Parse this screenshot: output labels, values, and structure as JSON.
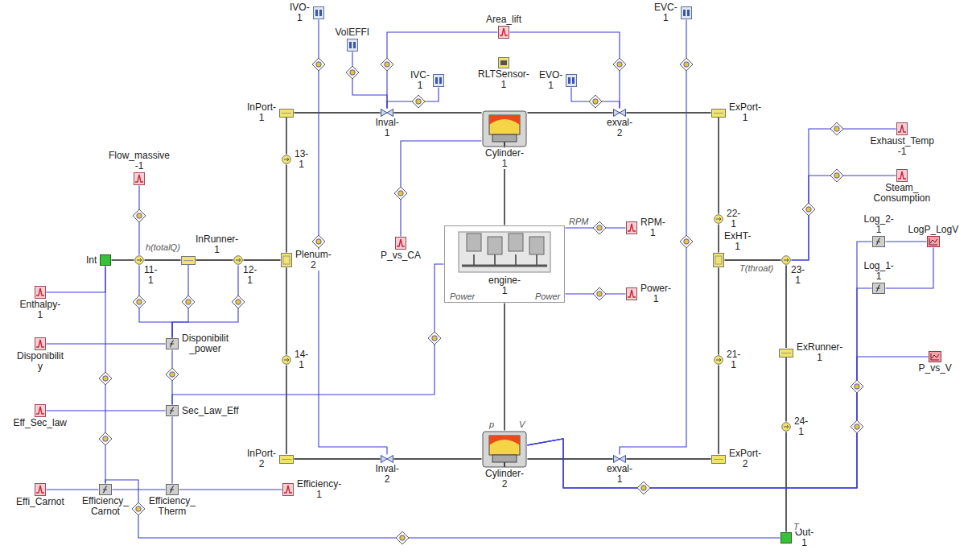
{
  "diagram": {
    "nodes": [
      {
        "text": [
          "IVO-1"
        ]
      },
      {
        "text": [
          "EVC-1"
        ]
      },
      {
        "text": [
          "Area_lift"
        ]
      },
      {
        "text": [
          "VolEFFI"
        ]
      },
      {
        "text": [
          "IVC-1"
        ]
      },
      {
        "text": [
          "RLTSensor-1"
        ]
      },
      {
        "text": [
          "EVO-1"
        ]
      },
      {
        "text": [
          "InPort-1"
        ]
      },
      {
        "text": [
          "Inval-1"
        ]
      },
      {
        "text": [
          "Cylinder-1"
        ]
      },
      {
        "text": [
          "exval-2"
        ]
      },
      {
        "text": [
          "ExPort-1"
        ]
      },
      {
        "text": [
          "Exhaust_Temp -1"
        ]
      },
      {
        "text": [
          "13-1"
        ]
      },
      {
        "text": [
          "Steam_ Consumption"
        ]
      },
      {
        "text": [
          "Flow_massive -1"
        ]
      },
      {
        "text": [
          "22-1"
        ]
      },
      {
        "text": [
          "RPM-1"
        ]
      },
      {
        "text": [
          "Log_2-1"
        ]
      },
      {
        "text": [
          "LogP_LogV"
        ]
      },
      {
        "text": [
          "Int"
        ]
      },
      {
        "text": [
          "11-1"
        ]
      },
      {
        "text": [
          "InRunner-1"
        ]
      },
      {
        "text": [
          "12-1"
        ]
      },
      {
        "text": [
          "Plenum-2"
        ]
      },
      {
        "text": [
          "engine-1"
        ]
      },
      {
        "text": [
          "ExHT-1"
        ]
      },
      {
        "text": [
          "23-1"
        ]
      },
      {
        "text": [
          "P_vs_CA"
        ]
      },
      {
        "text": [
          "Log_1-1"
        ]
      },
      {
        "text": [
          "Enthalpy-1"
        ]
      },
      {
        "text": [
          "Power-1"
        ]
      },
      {
        "text": [
          "Disponibilit y"
        ]
      },
      {
        "text": [
          "Disponibilit _power"
        ]
      },
      {
        "text": [
          "14-1"
        ]
      },
      {
        "text": [
          "21-1"
        ]
      },
      {
        "text": [
          "ExRunner-1"
        ]
      },
      {
        "text": [
          "P_vs_V"
        ]
      },
      {
        "text": [
          "Eff_Sec_law"
        ]
      },
      {
        "text": [
          "Sec_Law_Eff"
        ]
      },
      {
        "text": [
          "InPort-2"
        ]
      },
      {
        "text": [
          "Inval-2"
        ]
      },
      {
        "text": [
          "Cylinder-2"
        ]
      },
      {
        "text": [
          "exval-1"
        ]
      },
      {
        "text": [
          "ExPort-2"
        ]
      },
      {
        "text": [
          "24-1"
        ]
      },
      {
        "text": [
          "Effi_Carnot"
        ]
      },
      {
        "text": [
          "Efficiency_ Carnot"
        ]
      },
      {
        "text": [
          "Efficiency_ Therm"
        ]
      },
      {
        "text": [
          "Efficiency-1"
        ]
      },
      {
        "text": [
          "Out-1"
        ]
      }
    ],
    "edges": [
      {
        "from": 20,
        "to": 21,
        "arrow": "none"
      },
      {
        "from": 21,
        "to": 22,
        "arrow": "none"
      },
      {
        "from": 22,
        "to": 23,
        "arrow": "none"
      },
      {
        "from": 23,
        "to": 24,
        "arrow": "none"
      },
      {
        "from": 24,
        "to": 13,
        "arrow": "none"
      },
      {
        "from": 13,
        "to": 7,
        "arrow": "none"
      },
      {
        "from": 24,
        "to": 34,
        "arrow": "none"
      },
      {
        "from": 34,
        "to": 40,
        "arrow": "none"
      },
      {
        "from": 7,
        "to": 8,
        "arrow": "none"
      },
      {
        "from": 8,
        "to": 9,
        "arrow": "none"
      },
      {
        "from": 9,
        "to": 10,
        "arrow": "none"
      },
      {
        "from": 10,
        "to": 11,
        "arrow": "none"
      },
      {
        "from": 11,
        "to": 16,
        "arrow": "none"
      },
      {
        "from": 16,
        "to": 26,
        "arrow": "none"
      },
      {
        "from": 40,
        "to": 41,
        "arrow": "none"
      },
      {
        "from": 41,
        "to": 42,
        "arrow": "none"
      },
      {
        "from": 42,
        "to": 43,
        "arrow": "none"
      },
      {
        "from": 43,
        "to": 44,
        "arrow": "none"
      },
      {
        "from": 44,
        "to": 35,
        "arrow": "none"
      },
      {
        "from": 35,
        "to": 26,
        "arrow": "none"
      },
      {
        "from": 26,
        "to": 27,
        "arrow": "none"
      },
      {
        "from": 27,
        "to": 36,
        "arrow": "none"
      },
      {
        "from": 36,
        "to": 45,
        "arrow": "none"
      },
      {
        "from": 45,
        "to": 50,
        "arrow": "none"
      },
      {
        "from": 9,
        "to": 25,
        "arrow": "none"
      },
      {
        "from": 25,
        "to": 42,
        "arrow": "none"
      },
      {
        "from": 21,
        "to": 15,
        "arrow": "none"
      },
      {
        "from": 21,
        "to": 33,
        "arrow": "none"
      },
      {
        "from": 22,
        "to": 33,
        "arrow": "none"
      },
      {
        "from": 23,
        "to": 33,
        "arrow": "none"
      },
      {
        "from": 20,
        "to": 30,
        "arrow": "none"
      },
      {
        "from": 20,
        "to": 47,
        "arrow": "none"
      },
      {
        "from": 33,
        "to": 32,
        "arrow": "none"
      },
      {
        "from": 33,
        "to": 39,
        "arrow": "none"
      },
      {
        "from": 39,
        "to": 38,
        "arrow": "none"
      },
      {
        "from": 25,
        "to": 39,
        "arrow": "none"
      },
      {
        "from": 48,
        "to": 39,
        "arrow": "none"
      },
      {
        "from": 48,
        "to": 49,
        "arrow": "none"
      },
      {
        "from": 47,
        "to": 48,
        "arrow": "none"
      },
      {
        "from": 47,
        "to": 46,
        "arrow": "none"
      },
      {
        "from": 50,
        "to": 47,
        "arrow": "none"
      },
      {
        "from": 9,
        "to": 28,
        "arrow": "none"
      },
      {
        "from": 25,
        "to": 17,
        "arrow": "none"
      },
      {
        "from": 25,
        "to": 31,
        "arrow": "none"
      },
      {
        "from": 42,
        "to": 37,
        "arrow": "none"
      },
      {
        "from": 42,
        "to": 18,
        "arrow": "none"
      },
      {
        "from": 42,
        "to": 29,
        "arrow": "none"
      },
      {
        "from": 18,
        "to": 19,
        "arrow": "none"
      },
      {
        "from": 29,
        "to": 19,
        "arrow": "none"
      },
      {
        "from": 27,
        "to": 12,
        "arrow": "none"
      },
      {
        "from": 27,
        "to": 14,
        "arrow": "none"
      },
      {
        "from": 3,
        "to": 8,
        "arrow": "none"
      },
      {
        "from": 0,
        "to": 41,
        "arrow": "none"
      },
      {
        "from": 4,
        "to": 8,
        "arrow": "none"
      },
      {
        "from": 6,
        "to": 10,
        "arrow": "none"
      },
      {
        "from": 1,
        "to": 43,
        "arrow": "none"
      },
      {
        "from": 8,
        "to": 2,
        "arrow": "none"
      },
      {
        "from": 10,
        "to": 2,
        "arrow": "none"
      }
    ],
    "labels": [
      "h(totalQ)",
      "RPM",
      "Power",
      "Power",
      "T(throat)",
      "p",
      "V",
      "T"
    ]
  }
}
